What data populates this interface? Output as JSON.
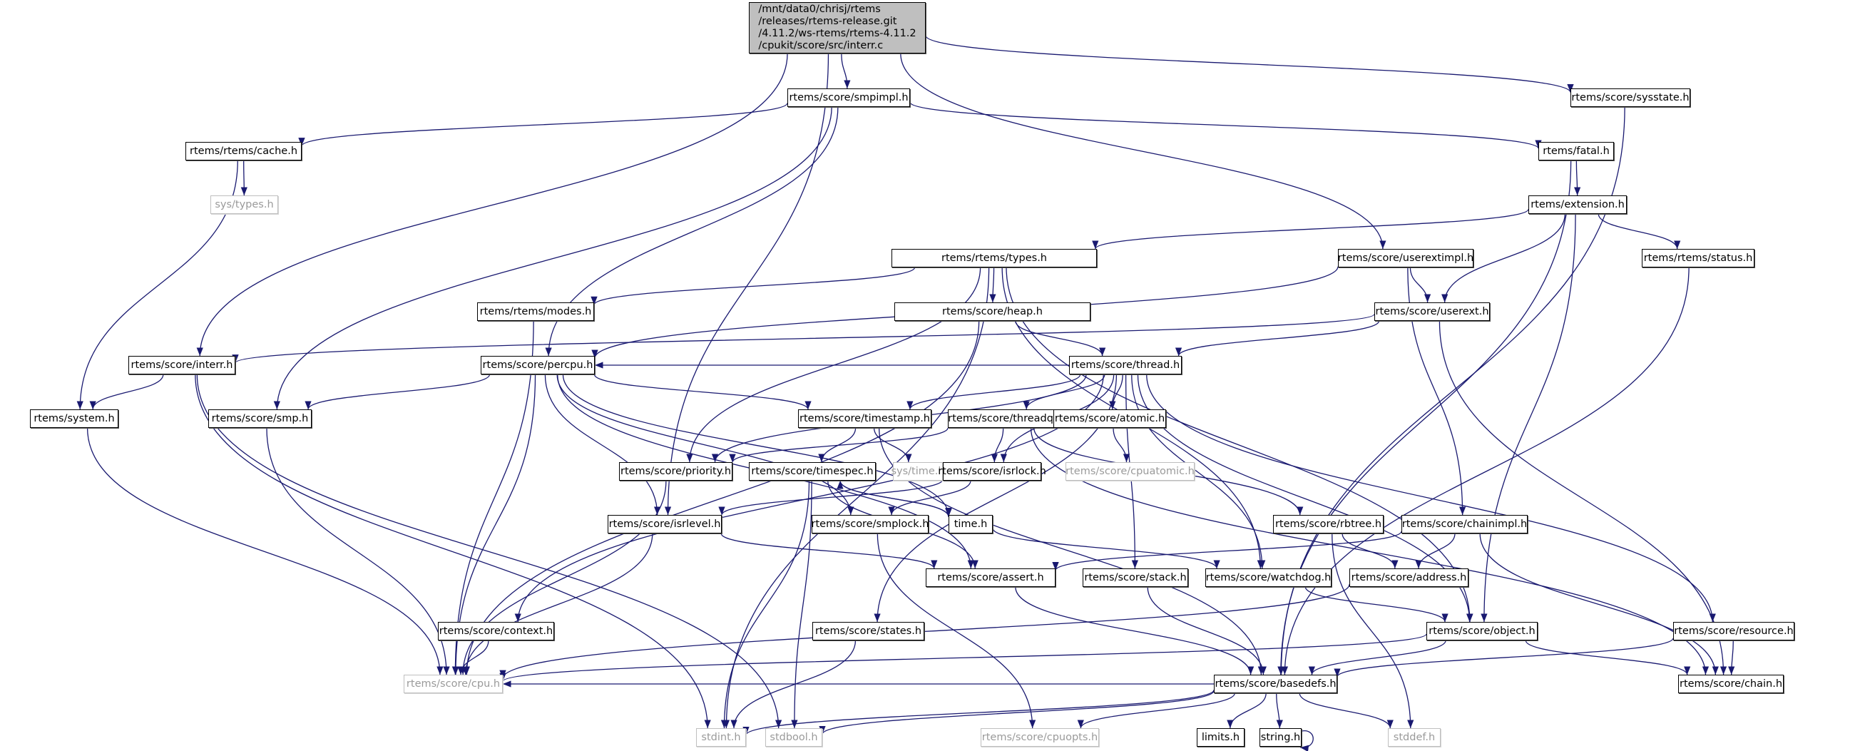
{
  "diagram": {
    "title": "Include dependency graph for interr.c",
    "edge_color": "#191970",
    "nodes": [
      {
        "id": "root",
        "label": "/mnt/data0/chrisj/rtems\n/releases/rtems-release.git\n/4.11.2/ws-rtems/rtems-4.11.2\n/cpukit/score/src/interr.c",
        "kind": "root"
      },
      {
        "id": "smpimpl",
        "label": "rtems/score/smpimpl.h",
        "kind": "doc"
      },
      {
        "id": "sysstate",
        "label": "rtems/score/sysstate.h",
        "kind": "doc"
      },
      {
        "id": "cache",
        "label": "rtems/rtems/cache.h",
        "kind": "doc"
      },
      {
        "id": "fatal",
        "label": "rtems/fatal.h",
        "kind": "doc"
      },
      {
        "id": "systypes",
        "label": "sys/types.h",
        "kind": "ext"
      },
      {
        "id": "extension",
        "label": "rtems/extension.h",
        "kind": "doc"
      },
      {
        "id": "types",
        "label": "rtems/rtems/types.h",
        "kind": "doc"
      },
      {
        "id": "userextimpl",
        "label": "rtems/score/userextimpl.h",
        "kind": "doc"
      },
      {
        "id": "status",
        "label": "rtems/rtems/status.h",
        "kind": "doc"
      },
      {
        "id": "modes",
        "label": "rtems/rtems/modes.h",
        "kind": "doc"
      },
      {
        "id": "heap",
        "label": "rtems/score/heap.h",
        "kind": "doc"
      },
      {
        "id": "userext",
        "label": "rtems/score/userext.h",
        "kind": "doc"
      },
      {
        "id": "interr",
        "label": "rtems/score/interr.h",
        "kind": "doc"
      },
      {
        "id": "percpu",
        "label": "rtems/score/percpu.h",
        "kind": "doc"
      },
      {
        "id": "thread",
        "label": "rtems/score/thread.h",
        "kind": "doc"
      },
      {
        "id": "system",
        "label": "rtems/system.h",
        "kind": "doc"
      },
      {
        "id": "smp",
        "label": "rtems/score/smp.h",
        "kind": "doc"
      },
      {
        "id": "timestamp",
        "label": "rtems/score/timestamp.h",
        "kind": "doc"
      },
      {
        "id": "threadq",
        "label": "rtems/score/threadq.h",
        "kind": "doc"
      },
      {
        "id": "atomic",
        "label": "rtems/score/atomic.h",
        "kind": "doc"
      },
      {
        "id": "priority",
        "label": "rtems/score/priority.h",
        "kind": "doc"
      },
      {
        "id": "timespec",
        "label": "rtems/score/timespec.h",
        "kind": "doc"
      },
      {
        "id": "systime",
        "label": "sys/time.h",
        "kind": "ext"
      },
      {
        "id": "isrlock",
        "label": "rtems/score/isrlock.h",
        "kind": "doc"
      },
      {
        "id": "cpuatomic",
        "label": "rtems/score/cpuatomic.h",
        "kind": "ext"
      },
      {
        "id": "isrlevel",
        "label": "rtems/score/isrlevel.h",
        "kind": "doc"
      },
      {
        "id": "smplock",
        "label": "rtems/score/smplock.h",
        "kind": "doc"
      },
      {
        "id": "timeh",
        "label": "time.h",
        "kind": "doc"
      },
      {
        "id": "rbtree",
        "label": "rtems/score/rbtree.h",
        "kind": "doc"
      },
      {
        "id": "chainimpl",
        "label": "rtems/score/chainimpl.h",
        "kind": "doc"
      },
      {
        "id": "assert",
        "label": "rtems/score/assert.h",
        "kind": "doc"
      },
      {
        "id": "stack",
        "label": "rtems/score/stack.h",
        "kind": "doc"
      },
      {
        "id": "watchdog",
        "label": "rtems/score/watchdog.h",
        "kind": "doc"
      },
      {
        "id": "address",
        "label": "rtems/score/address.h",
        "kind": "doc"
      },
      {
        "id": "context",
        "label": "rtems/score/context.h",
        "kind": "doc"
      },
      {
        "id": "states",
        "label": "rtems/score/states.h",
        "kind": "doc"
      },
      {
        "id": "object",
        "label": "rtems/score/object.h",
        "kind": "doc"
      },
      {
        "id": "resource",
        "label": "rtems/score/resource.h",
        "kind": "doc"
      },
      {
        "id": "cpu",
        "label": "rtems/score/cpu.h",
        "kind": "ext"
      },
      {
        "id": "basedefs",
        "label": "rtems/score/basedefs.h",
        "kind": "doc"
      },
      {
        "id": "chain",
        "label": "rtems/score/chain.h",
        "kind": "doc"
      },
      {
        "id": "stdint",
        "label": "stdint.h",
        "kind": "ext"
      },
      {
        "id": "stdbool",
        "label": "stdbool.h",
        "kind": "ext"
      },
      {
        "id": "cpuopts",
        "label": "rtems/score/cpuopts.h",
        "kind": "ext"
      },
      {
        "id": "limits",
        "label": "limits.h",
        "kind": "doc"
      },
      {
        "id": "string",
        "label": "string.h",
        "kind": "doc"
      },
      {
        "id": "stddef",
        "label": "stddef.h",
        "kind": "ext"
      }
    ],
    "edges": [
      [
        "root",
        "smpimpl"
      ],
      [
        "root",
        "sysstate"
      ],
      [
        "root",
        "interr"
      ],
      [
        "root",
        "isrlevel"
      ],
      [
        "root",
        "userextimpl"
      ],
      [
        "smpimpl",
        "cache"
      ],
      [
        "smpimpl",
        "fatal"
      ],
      [
        "smpimpl",
        "smp"
      ],
      [
        "smpimpl",
        "percpu"
      ],
      [
        "sysstate",
        "basedefs"
      ],
      [
        "cache",
        "systypes"
      ],
      [
        "cache",
        "system"
      ],
      [
        "fatal",
        "extension"
      ],
      [
        "fatal",
        "basedefs"
      ],
      [
        "extension",
        "types"
      ],
      [
        "extension",
        "status"
      ],
      [
        "extension",
        "userext"
      ],
      [
        "extension",
        "object"
      ],
      [
        "types",
        "modes"
      ],
      [
        "types",
        "heap"
      ],
      [
        "types",
        "priority"
      ],
      [
        "types",
        "object"
      ],
      [
        "types",
        "watchdog"
      ],
      [
        "types",
        "stdint"
      ],
      [
        "userextimpl",
        "userext"
      ],
      [
        "userextimpl",
        "chainimpl"
      ],
      [
        "userextimpl",
        "percpu"
      ],
      [
        "status",
        "basedefs"
      ],
      [
        "modes",
        "cpu"
      ],
      [
        "heap",
        "thread"
      ],
      [
        "heap",
        "cpu"
      ],
      [
        "userext",
        "thread"
      ],
      [
        "userext",
        "interr"
      ],
      [
        "userext",
        "chain"
      ],
      [
        "interr",
        "system"
      ],
      [
        "interr",
        "stdint"
      ],
      [
        "interr",
        "stdbool"
      ],
      [
        "percpu",
        "smp"
      ],
      [
        "percpu",
        "timestamp"
      ],
      [
        "percpu",
        "isrlevel"
      ],
      [
        "percpu",
        "smplock"
      ],
      [
        "percpu",
        "cpu"
      ],
      [
        "percpu",
        "assert"
      ],
      [
        "percpu",
        "timeh"
      ],
      [
        "thread",
        "percpu"
      ],
      [
        "thread",
        "timestamp"
      ],
      [
        "thread",
        "threadq"
      ],
      [
        "thread",
        "atomic"
      ],
      [
        "thread",
        "priority"
      ],
      [
        "thread",
        "isrlock"
      ],
      [
        "thread",
        "context"
      ],
      [
        "thread",
        "stack"
      ],
      [
        "thread",
        "states"
      ],
      [
        "thread",
        "object"
      ],
      [
        "thread",
        "resource"
      ],
      [
        "thread",
        "watchdog"
      ],
      [
        "system",
        "cpu"
      ],
      [
        "smp",
        "cpu"
      ],
      [
        "timestamp",
        "timespec"
      ],
      [
        "timestamp",
        "systime"
      ],
      [
        "timestamp",
        "basedefs"
      ],
      [
        "threadq",
        "priority"
      ],
      [
        "threadq",
        "isrlock"
      ],
      [
        "threadq",
        "rbtree"
      ],
      [
        "threadq",
        "chain"
      ],
      [
        "atomic",
        "cpuatomic"
      ],
      [
        "priority",
        "cpu"
      ],
      [
        "timespec",
        "timeh"
      ],
      [
        "timespec",
        "stdint"
      ],
      [
        "timespec",
        "stdbool"
      ],
      [
        "timespec",
        "assert"
      ],
      [
        "isrlock",
        "isrlevel"
      ],
      [
        "isrlock",
        "smplock"
      ],
      [
        "isrlevel",
        "cpu"
      ],
      [
        "isrlevel",
        "assert"
      ],
      [
        "smplock",
        "cpuopts"
      ],
      [
        "timeh",
        "timespec"
      ],
      [
        "timeh",
        "watchdog"
      ],
      [
        "rbtree",
        "address"
      ],
      [
        "rbtree",
        "stddef"
      ],
      [
        "chainimpl",
        "address"
      ],
      [
        "chainimpl",
        "assert"
      ],
      [
        "chainimpl",
        "chain"
      ],
      [
        "assert",
        "basedefs"
      ],
      [
        "stack",
        "basedefs"
      ],
      [
        "watchdog",
        "object"
      ],
      [
        "address",
        "cpu"
      ],
      [
        "context",
        "cpu"
      ],
      [
        "states",
        "stdint"
      ],
      [
        "object",
        "basedefs"
      ],
      [
        "object",
        "chain"
      ],
      [
        "object",
        "cpu"
      ],
      [
        "resource",
        "basedefs"
      ],
      [
        "resource",
        "chain"
      ],
      [
        "basedefs",
        "stdint"
      ],
      [
        "basedefs",
        "stdbool"
      ],
      [
        "basedefs",
        "cpuopts"
      ],
      [
        "basedefs",
        "limits"
      ],
      [
        "basedefs",
        "string"
      ],
      [
        "basedefs",
        "stddef"
      ],
      [
        "basedefs",
        "cpu"
      ],
      [
        "string",
        "string"
      ]
    ]
  }
}
